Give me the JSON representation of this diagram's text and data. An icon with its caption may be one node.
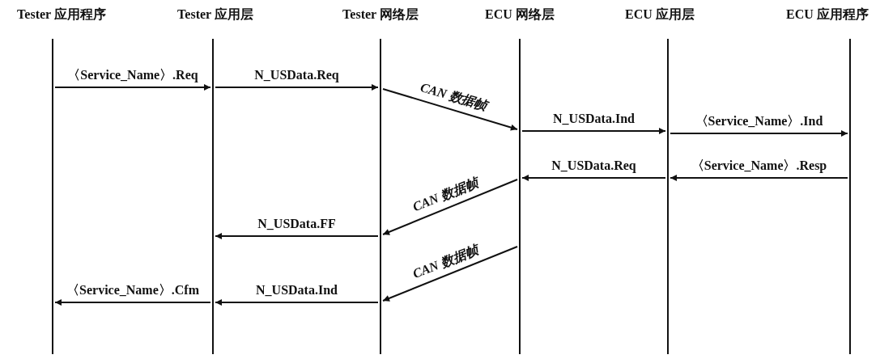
{
  "diagram": {
    "nodes": [
      {
        "text": [
          "Tester 应用程序"
        ]
      },
      {
        "text": [
          "Tester 应用层"
        ]
      },
      {
        "text": [
          "Tester 网络层"
        ]
      },
      {
        "text": [
          "ECU 网络层"
        ]
      },
      {
        "text": [
          "ECU 应用层"
        ]
      },
      {
        "text": [
          "ECU 应用程序"
        ]
      },
      {
        "text": [],
        "shape": "line"
      },
      {
        "text": [],
        "shape": "line"
      },
      {
        "text": [],
        "shape": "line"
      },
      {
        "text": [],
        "shape": "line"
      },
      {
        "text": [],
        "shape": "line"
      },
      {
        "text": [],
        "shape": "line"
      }
    ],
    "edges": [
      {
        "from": 6,
        "to": 7,
        "arrow": "to",
        "label": "〈Service_Name〉.Req"
      },
      {
        "from": 7,
        "to": 8,
        "arrow": "to",
        "label": "N_USData.Req"
      },
      {
        "from": 8,
        "to": 9,
        "arrow": "to",
        "label": "CAN 数据帧"
      },
      {
        "from": 9,
        "to": 10,
        "arrow": "to",
        "label": "N_USData.Ind"
      },
      {
        "from": 10,
        "to": 11,
        "arrow": "to",
        "label": "〈Service_Name〉.Ind"
      },
      {
        "from": 11,
        "to": 10,
        "arrow": "to",
        "label": "〈Service_Name〉.Resp"
      },
      {
        "from": 10,
        "to": 9,
        "arrow": "to",
        "label": "N_USData.Req"
      },
      {
        "from": 9,
        "to": 8,
        "arrow": "to",
        "label": "CAN 数据帧"
      },
      {
        "from": 8,
        "to": 7,
        "arrow": "to",
        "label": "N_USData.FF"
      },
      {
        "from": 9,
        "to": 8,
        "arrow": "to",
        "label": "CAN 数据帧"
      },
      {
        "from": 8,
        "to": 7,
        "arrow": "to",
        "label": "N_USData.Ind"
      },
      {
        "from": 7,
        "to": 6,
        "arrow": "to",
        "label": "〈Service_Name〉.Cfm"
      }
    ]
  }
}
